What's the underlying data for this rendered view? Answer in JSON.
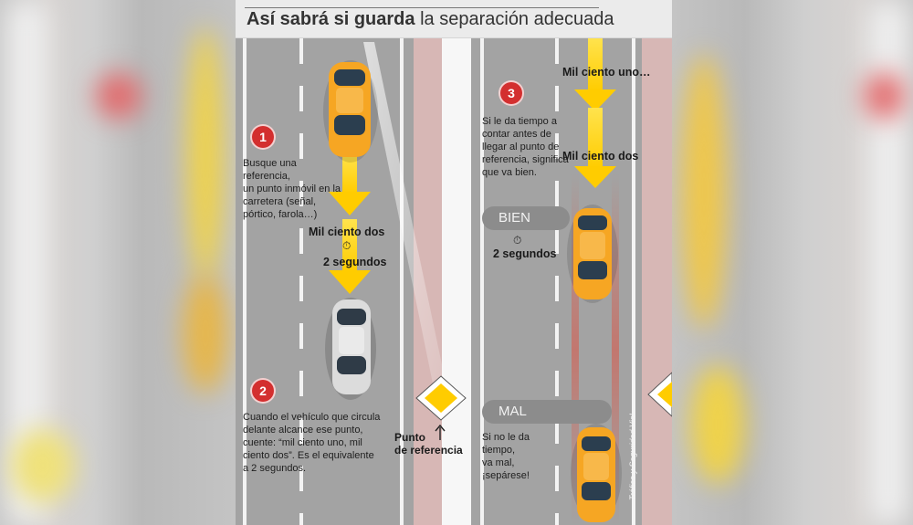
{
  "title": {
    "bold": "Así sabrá si guarda",
    "regular": "la separación adecuada"
  },
  "step1": {
    "number": "1",
    "text": [
      "Busque una referencia,",
      "un punto inmóvil en la",
      "carretera (señal,",
      "pórtico, farola…)"
    ]
  },
  "step2": {
    "number": "2",
    "text": [
      "Cuando el vehículo que circula",
      "delante alcance ese punto,",
      "cuente: “mil ciento uno, mil",
      "ciento dos”.  Es el equivalente",
      "a 2 segundos."
    ]
  },
  "step3": {
    "number": "3",
    "text": [
      "Si le da tiempo a",
      "contar antes de",
      "llegar al punto de",
      "referencia, significa",
      "que va bien."
    ]
  },
  "left_count": {
    "label": "Mil ciento dos",
    "time": "2 segundos"
  },
  "right_count": {
    "label_top": "Mil ciento uno…",
    "label_mid": "Mil ciento dos",
    "time": "2 segundos"
  },
  "ref_point": {
    "line1": "Punto",
    "line2": "de referencia"
  },
  "good": {
    "label": "BIEN"
  },
  "bad": {
    "label": "MAL",
    "text": [
      "Si no le da",
      "tiempo,",
      "va mal,",
      "¡sepárese!"
    ]
  },
  "credit": "Tráfico y Seguridad Vial",
  "colors": {
    "accent_red": "#d32f2f",
    "car_yellow": "#f6a623",
    "arrow_yellow": "#ffd200",
    "road": "#a3a3a3"
  },
  "icons": {
    "stopwatch": "stopwatch-icon",
    "arrow": "arrow-up-icon"
  }
}
